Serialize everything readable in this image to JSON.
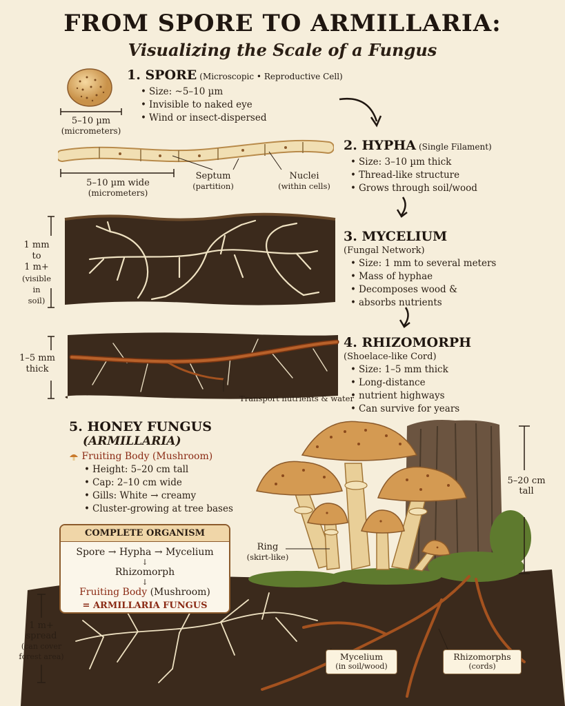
{
  "title": "FROM SPORE TO ARMILLARIA:",
  "subtitle": "Visualizing the Scale of a Fungus",
  "spore": {
    "heading": "1. SPORE",
    "sub": "(Microscopic • Reproductive Cell)",
    "bullets": [
      "Size: ~5–10 µm",
      "Invisible to naked eye",
      "Wind or insect-dispersed"
    ],
    "scale_label": "5–10 µm",
    "scale_unit": "(micrometers)"
  },
  "hypha": {
    "heading": "2. HYPHA",
    "sub": "(Single Filament)",
    "bullets": [
      "Size: 3–10 µm thick",
      "Thread-like structure",
      "Grows through soil/wood"
    ],
    "scale_label": "5–10 µm wide",
    "scale_unit": "(micrometers)",
    "septum": "Septum",
    "septum_sub": "(partition)",
    "nuclei": "Nuclei",
    "nuclei_sub": "(within cells)"
  },
  "mycelium": {
    "heading": "3. MYCELIUM",
    "sub": "(Fungal Network)",
    "bullets": [
      "Size: 1 mm to several meters",
      "Mass of hyphae",
      "Decomposes wood &",
      "absorbs nutrients"
    ],
    "scale_lines": [
      "1 mm",
      "to",
      "1 m+",
      "(visible in",
      "soil)"
    ]
  },
  "rhizomorph": {
    "heading": "4. RHIZOMORPH",
    "sub": "(Shoelace-like Cord)",
    "bullets": [
      "Size: 1–5 mm thick",
      "Long-distance",
      "nutrient highways",
      "Can survive for years"
    ],
    "scale_lines": [
      "1–5 mm",
      "thick"
    ],
    "note": "Transport nutrients & water"
  },
  "honey": {
    "heading": "5. HONEY FUNGUS",
    "sub": "(ARMILLARIA)",
    "fruiting": "Fruiting Body (Mushroom)",
    "bullets": [
      "Height: 5–20 cm tall",
      "Cap: 2–10 cm wide",
      "Gills: White → creamy",
      "Cluster-growing at tree bases"
    ],
    "height_lines": [
      "5–20 cm",
      "tall"
    ],
    "ring": "Ring",
    "ring_sub": "(skirt-like)",
    "spread_lines": [
      "1 m+",
      "spread",
      "(can cover",
      "forest area)"
    ],
    "mycelium_tag": "Mycelium",
    "mycelium_tag_sub": "(in soil/wood)",
    "rhizo_tag": "Rhizomorphs",
    "rhizo_tag_sub": "(cords)"
  },
  "complete": {
    "heading": "COMPLETE ORGANISM",
    "line1": "Spore → Hypha → Mycelium",
    "arrow": "↓",
    "line2": "Rhizomorph",
    "line3a": "Fruiting Body",
    "line3b": "(Mushroom)",
    "line4": "= ARMILLARIA FUNGUS"
  },
  "colors": {
    "background": "#f6eedb",
    "soil": "#3b2a1c",
    "hypha": "#efe2c2",
    "rhizomorph": "#a4521f",
    "cap": "#d49a52",
    "accent": "#8a2a14"
  }
}
